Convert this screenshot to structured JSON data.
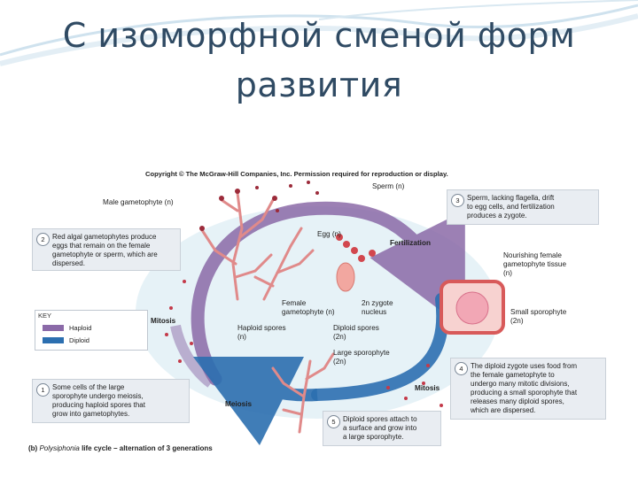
{
  "slide": {
    "title_line1": "С изоморфной сменой форм",
    "title_line2": "развития"
  },
  "figure": {
    "copyright": "Copyright © The McGraw-Hill Companies, Inc. Permission required for reproduction or display.",
    "labels": {
      "male_gametophyte": "Male gametophyte (n)",
      "sperm": "Sperm (n)",
      "egg": "Egg (n)",
      "fertilization": "Fertilization",
      "nourishing_line1": "Nourishing female",
      "nourishing_line2": "gametophyte tissue",
      "nourishing_line3": "(n)",
      "small_sporophyte_line1": "Small sporophyte",
      "small_sporophyte_line2": "(2n)",
      "mitosis_left": "Mitosis",
      "female_gametophyte_line1": "Female",
      "female_gametophyte_line2": "gametophyte (n)",
      "zygote_line1": "2n zygote",
      "zygote_line2": "nucleus",
      "haploid_spores_line1": "Haploid spores",
      "haploid_spores_line2": "(n)",
      "diploid_spores_line1": "Diploid spores",
      "diploid_spores_line2": "(2n)",
      "large_sporophyte_line1": "Large sporophyte",
      "large_sporophyte_line2": "(2n)",
      "meiosis": "Meiosis",
      "mitosis_right": "Mitosis"
    },
    "steps": [
      {
        "num": "1",
        "lines": [
          "Some cells of the large",
          "sporophyte undergo meiosis,",
          "producing haploid spores that",
          "grow into gametophytes."
        ]
      },
      {
        "num": "2",
        "lines": [
          "Red algal gametophytes produce",
          "eggs that remain on the female",
          "gametophyte or sperm, which are",
          "dispersed."
        ]
      },
      {
        "num": "3",
        "lines": [
          "Sperm, lacking flagella, drift",
          "to egg cells, and fertilization",
          "produces a zygote."
        ]
      },
      {
        "num": "4",
        "lines": [
          "The diploid zygote uses food from",
          "the female gametophyte to",
          "undergo many mitotic divisions,",
          "producing a small sporophyte that",
          "releases many diploid spores,",
          "which are dispersed."
        ]
      },
      {
        "num": "5",
        "lines": [
          "Diploid spores attach to",
          "a surface and grow into",
          "a large sporophyte."
        ]
      }
    ],
    "key": {
      "title": "KEY",
      "haploid_label": "Haploid",
      "diploid_label": "Diploid",
      "haploid_color": "#8b6aa8",
      "diploid_color": "#2c6fb0"
    },
    "caption": {
      "prefix": "(b)",
      "genus": "Polysiphonia",
      "rest": "life cycle – alternation of 3 generations"
    }
  }
}
